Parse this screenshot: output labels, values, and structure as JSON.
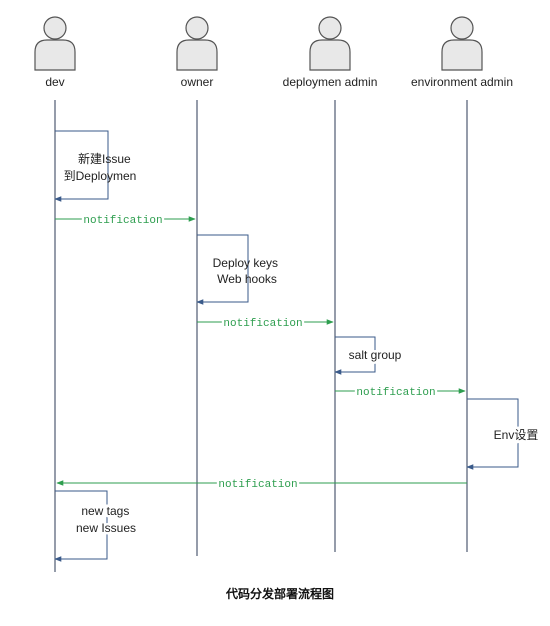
{
  "actors": [
    {
      "id": "dev",
      "label": "dev"
    },
    {
      "id": "owner",
      "label": "owner"
    },
    {
      "id": "deploymen_admin",
      "label": "deploymen admin"
    },
    {
      "id": "environment_admin",
      "label": "environment admin"
    }
  ],
  "self_messages": [
    {
      "actor": "dev",
      "lines": [
        "新建Issue",
        "到Deploymen"
      ]
    },
    {
      "actor": "owner",
      "lines": [
        "Deploy keys",
        "Web hooks"
      ]
    },
    {
      "actor": "deploymen_admin",
      "lines": [
        "salt group"
      ]
    },
    {
      "actor": "environment_admin",
      "lines": [
        "Env设置"
      ]
    },
    {
      "actor": "dev",
      "lines": [
        "new  tags",
        "new Issues"
      ]
    }
  ],
  "messages": [
    {
      "from": "dev",
      "to": "owner",
      "label": "notification"
    },
    {
      "from": "owner",
      "to": "deploymen_admin",
      "label": "notification"
    },
    {
      "from": "deploymen_admin",
      "to": "environment_admin",
      "label": "notification"
    },
    {
      "from": "environment_admin",
      "to": "dev",
      "label": "notification"
    }
  ],
  "caption": "代码分发部署流程图",
  "colors": {
    "notification": "#2e9e4f",
    "self_arrow": "#3a5a8a",
    "lifeline": "#2b3a55",
    "actor_fill": "#e8e8e8",
    "actor_stroke": "#555555"
  }
}
